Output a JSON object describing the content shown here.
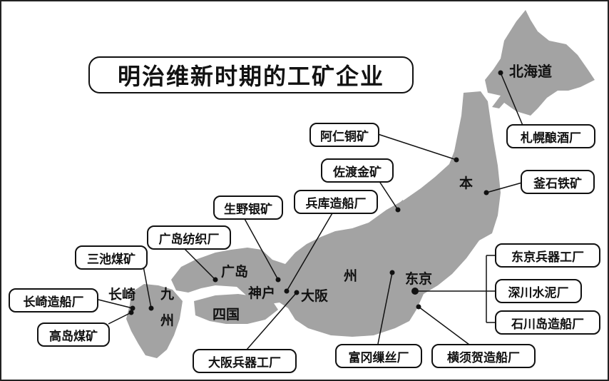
{
  "title": "明治维新时期的工矿企业",
  "regions": {
    "hokkaido": "北海道",
    "honshu_top": "本",
    "honshu_mid": "州",
    "kyushu": "九州",
    "shikoku": "四国"
  },
  "places": {
    "hiroshima": "广岛",
    "kobe": "神户",
    "osaka": "大阪",
    "tokyo": "东京",
    "nagasaki": "长崎"
  },
  "enterprises": {
    "sapporo_brewery": "札幌酿酒厂",
    "ani_copper": "阿仁铜矿",
    "sado_gold": "佐渡金矿",
    "kamaishi_iron": "釜石铁矿",
    "ikuno_silver": "生野银矿",
    "hyogo_shipyard": "兵库造船厂",
    "hiroshima_spinning": "广岛纺织厂",
    "miike_coal": "三池煤矿",
    "nagasaki_shipyard": "长崎造船厂",
    "takashima_coal": "高岛煤矿",
    "osaka_arsenal": "大阪兵器工厂",
    "tomioka_silk": "富冈缫丝厂",
    "yokosuka_shipyard": "横须贺造船厂",
    "tokyo_arsenal": "东京兵器工厂",
    "fukagawa_cement": "深川水泥厂",
    "ishikawajima_shipyard": "石川岛造船厂"
  },
  "colors": {
    "land": "#a3a3a3",
    "line": "#111111",
    "box_fill": "#ffffff"
  }
}
